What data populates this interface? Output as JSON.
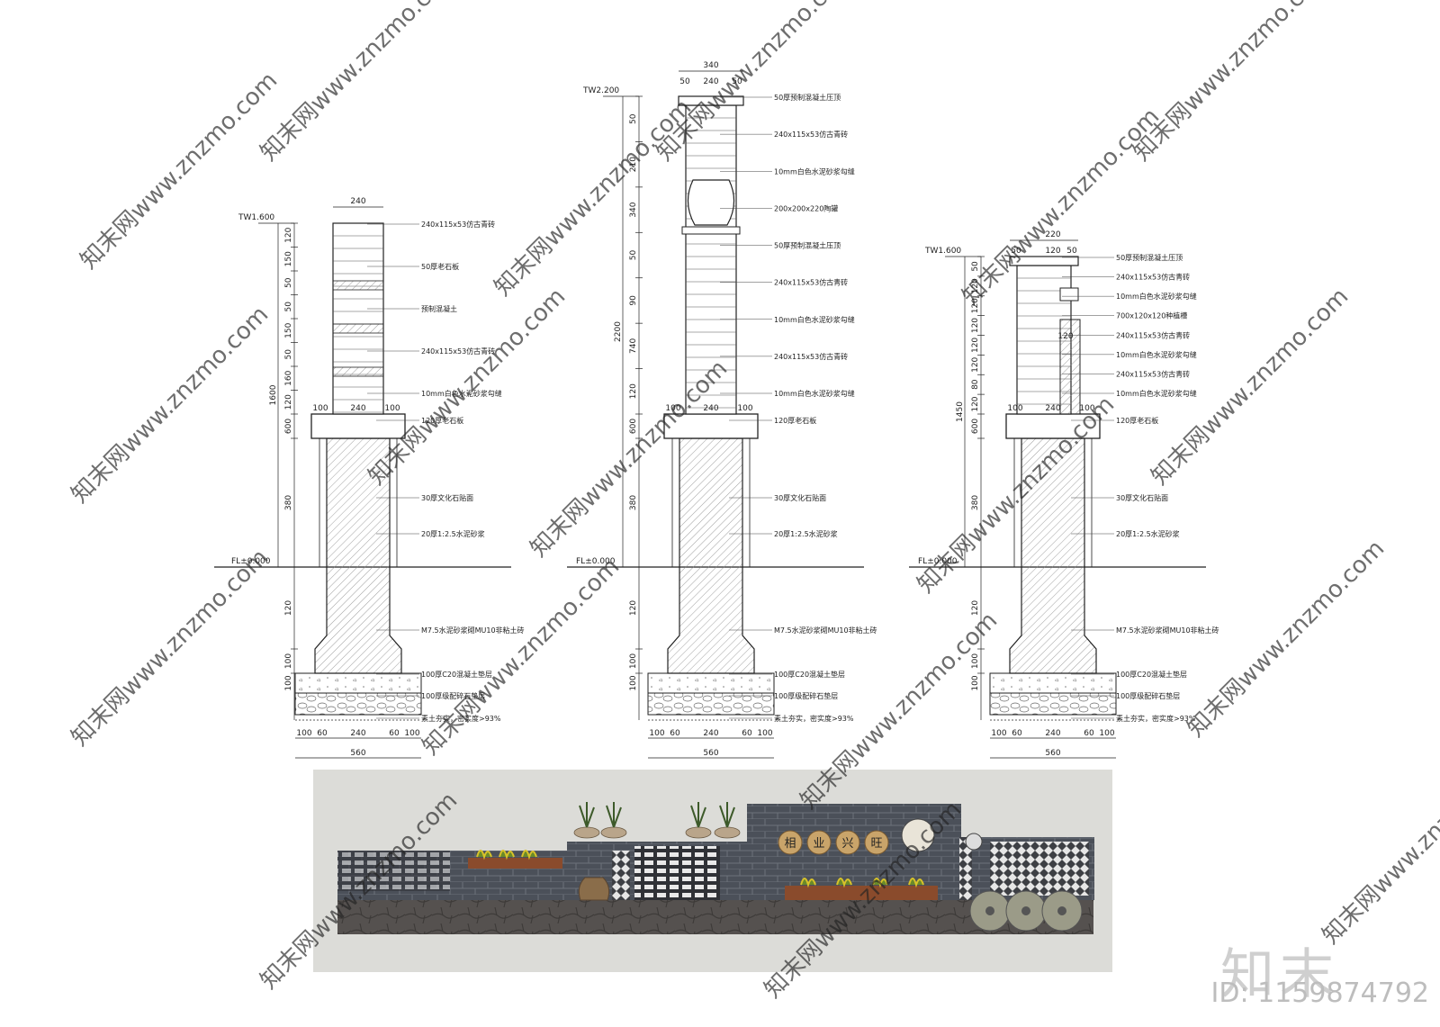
{
  "sections": [
    {
      "top_level": "TW1.600",
      "ground_level": "FL±0.000",
      "top_width": "240",
      "cap_dims": [],
      "total_height": "1600",
      "left_dims": [
        "120",
        "150",
        "50",
        "50",
        "150",
        "50",
        "160",
        "120",
        "600",
        "380",
        "120",
        "100",
        "100"
      ],
      "mid_dims": [
        "100",
        "240",
        "100"
      ],
      "bottom_dims": [
        "100",
        "60",
        "240",
        "60",
        "100"
      ],
      "bottom_total": "560",
      "labels_upper": [
        {
          "t": "240x115x53仿古青砖"
        },
        {
          "t": "50厚老石板"
        },
        {
          "t": "预制混凝土"
        },
        {
          "t": "240x115x53仿古青砖"
        },
        {
          "t": "10mm白色水泥砂浆勾缝"
        }
      ],
      "labels_lower": [
        "120厚老石板",
        "30厚文化石贴面",
        "20厚1:2.5水泥砂浆",
        "M7.5水泥砂浆砌MU10非粘土砖",
        "100厚C20混凝土垫层",
        "100厚级配碎石垫层",
        "素土夯实，密实度>93%"
      ]
    },
    {
      "top_level": "TW2.200",
      "ground_level": "FL±0.000",
      "top_width": "340",
      "cap_dims": [
        "50",
        "240",
        "50"
      ],
      "total_height": "2200",
      "left_dims": [
        "50",
        "210",
        "340",
        "50",
        "90",
        "740",
        "120",
        "600",
        "380",
        "120",
        "100",
        "100"
      ],
      "mid_dims": [
        "100",
        "240",
        "100"
      ],
      "bottom_dims": [
        "100",
        "60",
        "240",
        "60",
        "100"
      ],
      "bottom_total": "560",
      "labels_upper": [
        {
          "t": "50厚预制混凝土压顶"
        },
        {
          "t": "240x115x53仿古青砖"
        },
        {
          "t": "10mm白色水泥砂浆勾缝"
        },
        {
          "t": "200x200x220陶罐"
        },
        {
          "t": "50厚预制混凝土压顶"
        },
        {
          "t": "240x115x53仿古青砖"
        },
        {
          "t": "10mm白色水泥砂浆勾缝"
        },
        {
          "t": "240x115x53仿古青砖"
        },
        {
          "t": "10mm白色水泥砂浆勾缝"
        }
      ],
      "labels_lower": [
        "120厚老石板",
        "30厚文化石贴面",
        "20厚1:2.5水泥砂浆",
        "M7.5水泥砂浆砌MU10非粘土砖",
        "100厚C20混凝土垫层",
        "100厚级配碎石垫层",
        "素土夯实，密实度>93%"
      ]
    },
    {
      "top_level": "TW1.600",
      "ground_level": "FL±0.000",
      "top_width": "220",
      "cap_dims": [
        "50",
        "120",
        "50"
      ],
      "total_height": "1450",
      "left_dims": [
        "50",
        "120",
        "120",
        "120",
        "120",
        "120",
        "80",
        "120",
        "600",
        "380",
        "120",
        "100",
        "100"
      ],
      "mid_dims": [
        "100",
        "240",
        "100"
      ],
      "bottom_dims": [
        "100",
        "60",
        "240",
        "60",
        "100"
      ],
      "bottom_total": "560",
      "inner_dim": "120",
      "labels_upper": [
        {
          "t": "50厚预制混凝土压顶"
        },
        {
          "t": "240x115x53仿古青砖"
        },
        {
          "t": "10mm白色水泥砂浆勾缝"
        },
        {
          "t": "700x120x120种植槽"
        },
        {
          "t": "240x115x53仿古青砖"
        },
        {
          "t": "10mm白色水泥砂浆勾缝"
        },
        {
          "t": "240x115x53仿古青砖"
        },
        {
          "t": "10mm白色水泥砂浆勾缝"
        }
      ],
      "labels_lower": [
        "120厚老石板",
        "30厚文化石贴面",
        "20厚1:2.5水泥砂浆",
        "M7.5水泥砂浆砌MU10非粘土砖",
        "100厚C20混凝土垫层",
        "100厚级配碎石垫层",
        "素土夯实，密实度>93%"
      ]
    }
  ],
  "render": {
    "sign_text": "相业兴旺"
  },
  "watermark": {
    "repeat_text": "知末网www.znzmo.com",
    "brand": "知末",
    "id": "ID: 1159874792"
  },
  "colors": {
    "line": "#222222",
    "hatch": "#777777",
    "render_bg": "#dcdcd8",
    "wall_dark": "#4a4f57",
    "stone": "#5a5653",
    "planter": "#8a4b2c",
    "watermark": "#d6d6d6"
  }
}
